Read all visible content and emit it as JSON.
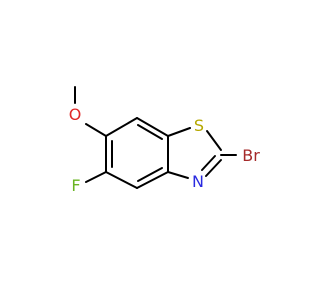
{
  "molecule": {
    "atoms": {
      "sulfur": {
        "label": "S",
        "color": "#b5a800"
      },
      "nitrogen": {
        "label": "N",
        "color": "#2a2ae0"
      },
      "oxygen": {
        "label": "O",
        "color": "#e02a2a"
      },
      "fluorine": {
        "label": "F",
        "color": "#6ab423"
      },
      "bromine": {
        "label": "Br",
        "color": "#a52a2a"
      }
    },
    "bond_color": "#000000"
  }
}
